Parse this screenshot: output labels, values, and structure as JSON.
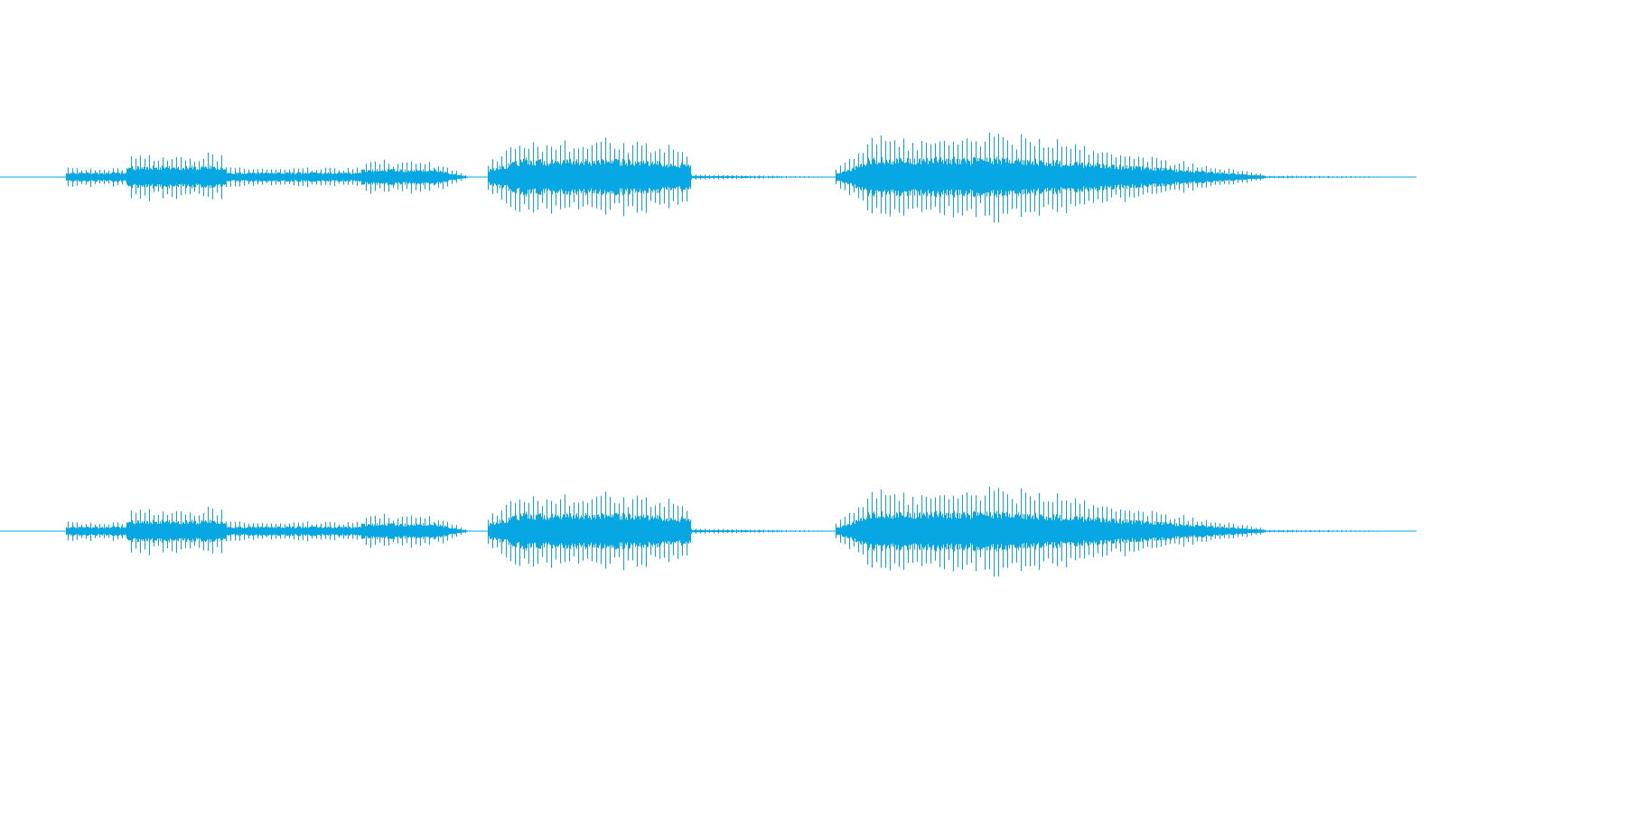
{
  "waveform": {
    "color": "#06a7e2",
    "background": "#ffffff",
    "channel_count": 2,
    "channels": [
      {
        "id": "left",
        "label": ""
      },
      {
        "id": "right",
        "label": ""
      }
    ],
    "segments": [
      {
        "name": "segment-1",
        "start": 0.047,
        "end": 0.335,
        "peak": 0.45
      },
      {
        "name": "segment-2",
        "start": 0.345,
        "end": 0.485,
        "peak": 0.62
      },
      {
        "name": "segment-3",
        "start": 0.59,
        "end": 0.88,
        "peak": 0.62
      }
    ]
  }
}
